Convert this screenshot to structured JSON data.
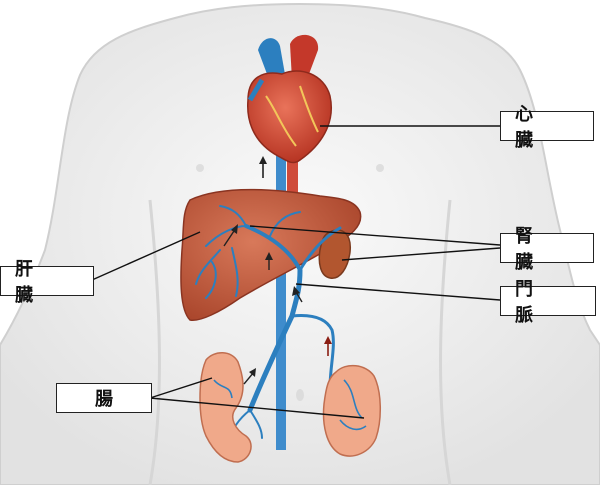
{
  "labels": {
    "heart": "心 臓",
    "kidney": "腎 臓",
    "liver": "肝 臓",
    "portal_vein": "門 脈",
    "intestine": "腸"
  },
  "colors": {
    "body": "#efefef",
    "body_outline": "#c8c8c8",
    "heart": "#d2452f",
    "liver": "#c65e3e",
    "kidney": "#b2562f",
    "intestine": "#f0a98a",
    "vein": "#2c7fbf",
    "artery": "#c4382a",
    "leader_line": "#111111"
  }
}
